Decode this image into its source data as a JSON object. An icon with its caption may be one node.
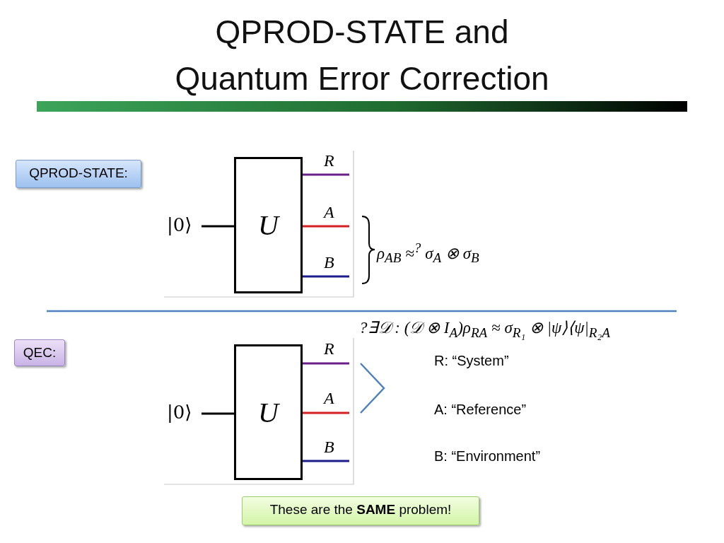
{
  "diagram": {
    "title": "QPROD-STATE and Quantum Error Correction",
    "nodes": [
      {
        "text": [
          "QPROD-STATE:"
        ]
      },
      {
        "text": [
          "|0⟩"
        ]
      },
      {
        "text": [
          "U"
        ]
      },
      {
        "text": [
          "QEC:"
        ]
      },
      {
        "text": [
          "|0⟩"
        ]
      },
      {
        "text": [
          "U"
        ]
      },
      {
        "text": [
          "These are the **SAME** problem!"
        ]
      }
    ],
    "edges": [
      {
        "from": 1,
        "to": 2,
        "arrow": "none",
        "color": "#000000"
      },
      {
        "from": 2,
        "to": null,
        "arrow": "none",
        "label": "R",
        "color": "#6a1f8a"
      },
      {
        "from": 2,
        "to": null,
        "arrow": "none",
        "label": "A",
        "color": "#d42020"
      },
      {
        "from": 2,
        "to": null,
        "arrow": "none",
        "label": "B",
        "color": "#1c1c8c"
      },
      {
        "from": 4,
        "to": 5,
        "arrow": "none",
        "color": "#000000"
      },
      {
        "from": 5,
        "to": null,
        "arrow": "none",
        "label": "R",
        "color": "#6a1f8a"
      },
      {
        "from": 5,
        "to": null,
        "arrow": "none",
        "label": "A",
        "color": "#d42020"
      },
      {
        "from": 5,
        "to": null,
        "arrow": "none",
        "label": "B",
        "color": "#1c1c8c"
      }
    ],
    "labels": [
      "ρ$_{AB}$ ≈$^{?}$ σ$_{A}$ ⊗ σ$_{B}$",
      "?∃𝒟 : (𝒟 ⊗ I$_{A}$)ρ$_{RA}$ ≈ σ$_{R₁}$ ⊗ |ψ⟩⟨ψ|$_{R₂A}$",
      "R: “System”",
      "A: “Reference”",
      "B: “Environment”"
    ]
  }
}
